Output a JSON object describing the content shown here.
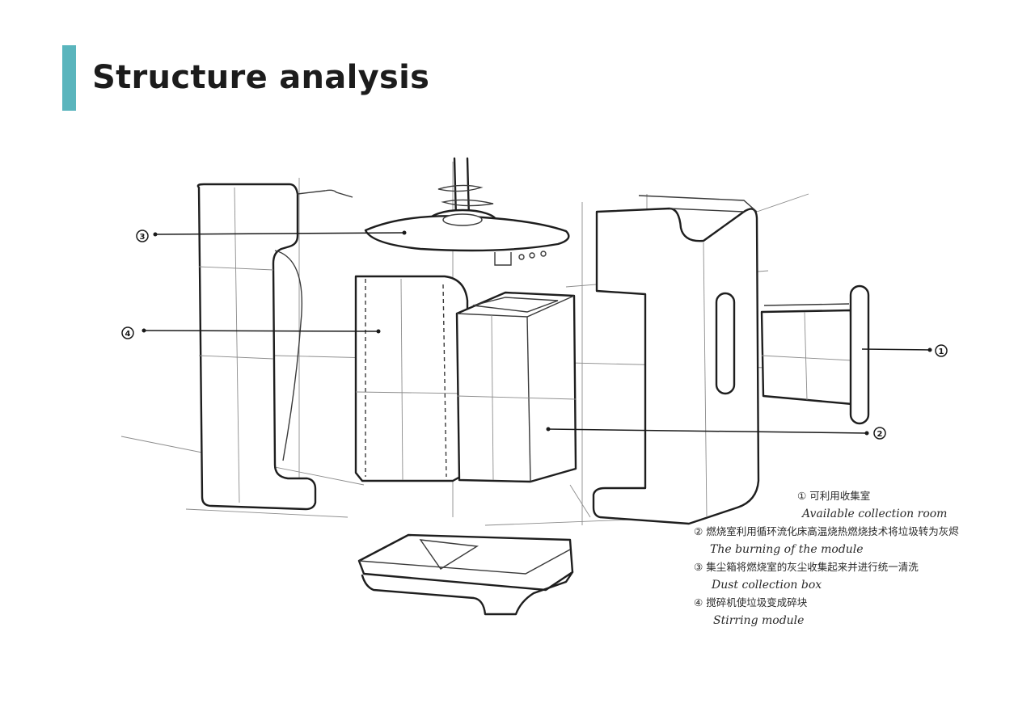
{
  "header": {
    "title": "Structure analysis",
    "accent_color": "#5ab5bd"
  },
  "colors": {
    "ink": "#1e1e1e",
    "pencil": "#8c8c8c",
    "background": "#ffffff"
  },
  "callouts": [
    {
      "id": "3",
      "label": "③"
    },
    {
      "id": "4",
      "label": "④"
    },
    {
      "id": "1",
      "label": "①"
    },
    {
      "id": "2",
      "label": "②"
    }
  ],
  "legend": [
    {
      "number": "①",
      "cn": "可利用收集室",
      "en": "Available collection room"
    },
    {
      "number": "②",
      "cn": "燃烧室利用循环流化床高温烧热燃烧技术将垃圾转为灰烬",
      "en": "The burning of the module"
    },
    {
      "number": "③",
      "cn": "集尘箱将燃烧室的灰尘收集起来并进行统一清洗",
      "en": "Dust collection box"
    },
    {
      "number": "④",
      "cn": "搅碎机使垃圾变成碎块",
      "en": "Stirring module"
    }
  ]
}
